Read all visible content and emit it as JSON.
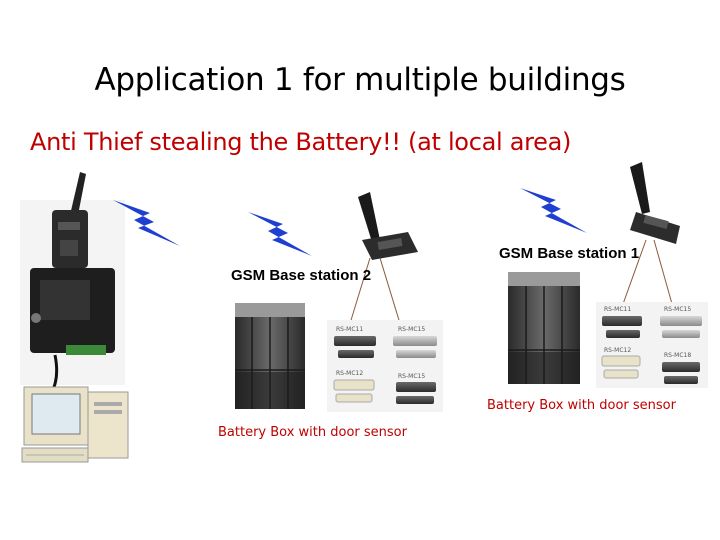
{
  "slide": {
    "title": "Application 1 for multiple buildings",
    "subtitle": "Anti Thief stealing the Battery!! (at local area)"
  },
  "labels": {
    "station_1": "GSM Base station 1",
    "station_2": "GSM Base station 2",
    "caption_right": "Battery Box with door sensor",
    "caption_left": "Battery Box with door sensor"
  },
  "sensor_tags": {
    "left": [
      "RS-MC11",
      "RS-MC15",
      "RS-MC12",
      "RS-MC15"
    ],
    "right": [
      "RS-MC11",
      "RS-MC15",
      "RS-MC12",
      "RS-MC18"
    ]
  },
  "colors": {
    "subtitle": "#c00000",
    "lightning": "#1f3fd0",
    "caption": "#c00000"
  }
}
